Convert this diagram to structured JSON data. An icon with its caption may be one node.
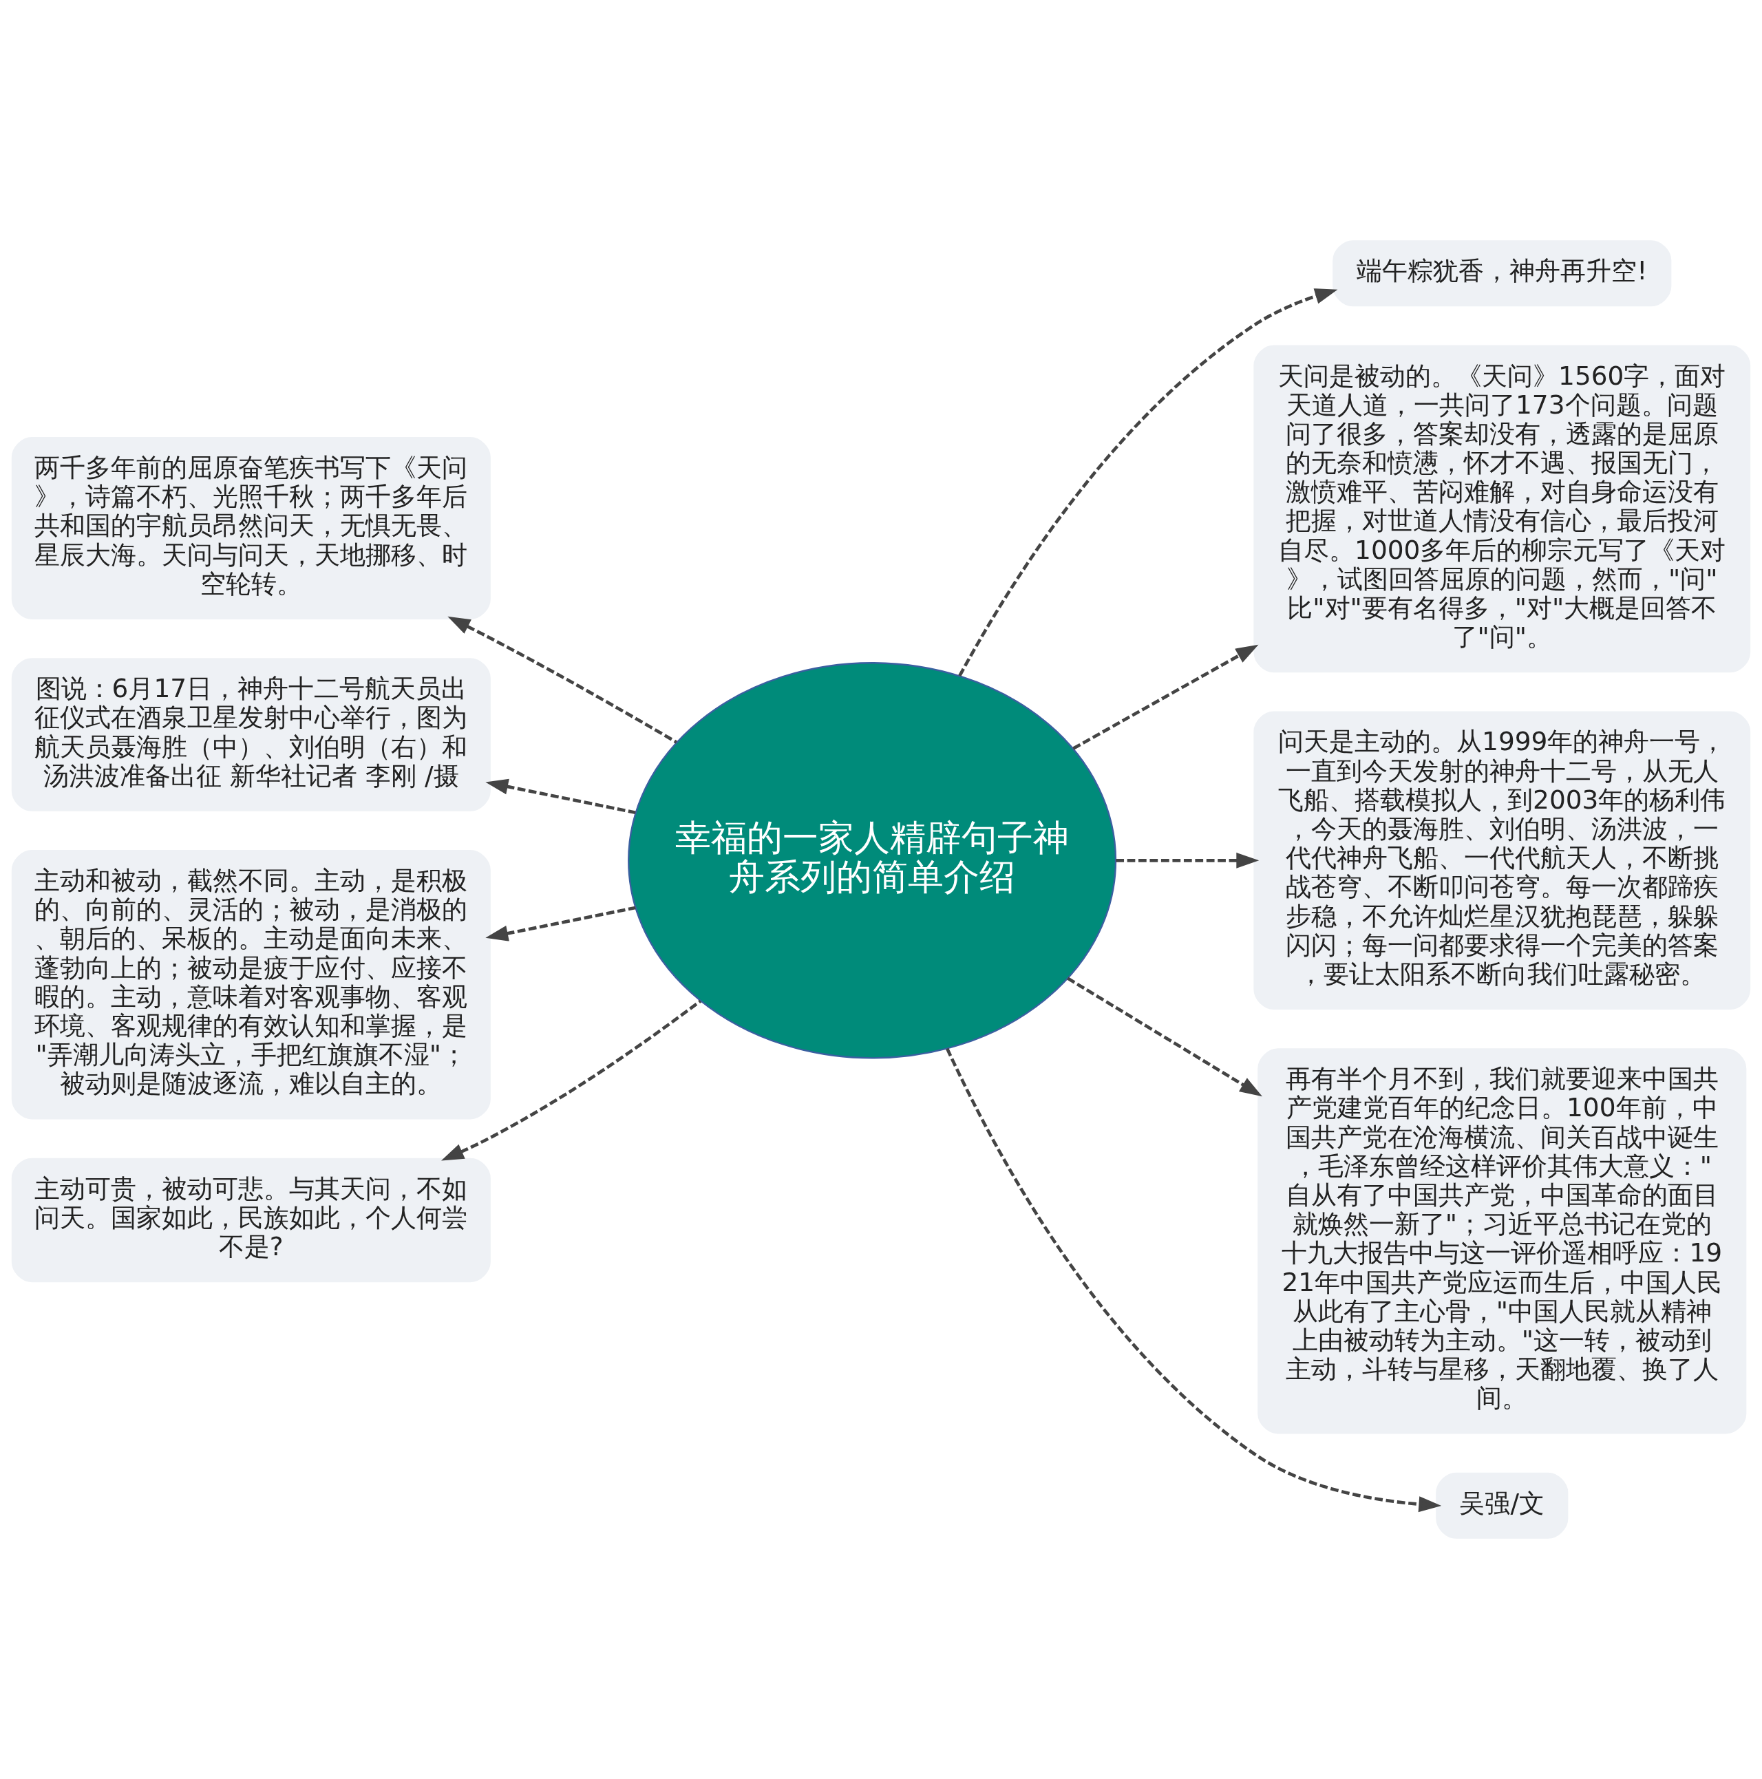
{
  "diagram": {
    "nodes": [
      {
        "text": [
          "幸福的一家人精辟句子神舟系列的简单介绍"
        ]
      },
      {
        "text": [
          "两千多年前的屈原奋笔疾书写下《天问》，诗篇不朽、光照千秋；两千多年后共和国的宇航员昂然问天，无惧无畏、星辰大海。天问与问天，天地挪移、时空轮转。"
        ]
      },
      {
        "text": [
          "图说：6月17日，神舟十二号航天员出征仪式在酒泉卫星发射中心举行，图为航天员聂海胜（中）、刘伯明（右）和汤洪波准备出征 新华社记者 李刚 /摄"
        ]
      },
      {
        "text": [
          "主动和被动，截然不同。主动，是积极的、向前的、灵活的；被动，是消极的、朝后的、呆板的。主动是面向未来、蓬勃向上的；被动是疲于应付、应接不暇的。主动，意味着对客观事物、客观环境、客观规律的有效认知和掌握，是\"弄潮儿向涛头立，手把红旗旗不湿\"；被动则是随波逐流，难以自主的。"
        ]
      },
      {
        "text": [
          "主动可贵，被动可悲。与其天问，不如问天。国家如此，民族如此，个人何尝不是?"
        ]
      },
      {
        "text": [
          "端午粽犹香，神舟再升空!"
        ]
      },
      {
        "text": [
          "天问是被动的。《天问》1560字，面对天道人道，一共问了173个问题。问题问了很多，答案却没有，透露的是屈原的无奈和愤懑，怀才不遇、报国无门，激愤难平、苦闷难解，对自身命运没有把握，对世道人情没有信心，最后投河自尽。1000多年后的柳宗元写了《天对》，试图回答屈原的问题，然而，\"问\"比\"对\"要有名得多，\"对\"大概是回答不了\"问\"。"
        ]
      },
      {
        "text": [
          "问天是主动的。从1999年的神舟一号，一直到今天发射的神舟十二号，从无人飞船、搭载模拟人，到2003年的杨利伟，今天的聂海胜、刘伯明、汤洪波，一代代神舟飞船、一代代航天人，不断挑战苍穹、不断叩问苍穹。每一次都蹄疾步稳，不允许灿烂星汉犹抱琵琶，躲躲闪闪；每一问都要求得一个完美的答案，要让太阳系不断向我们吐露秘密。"
        ]
      },
      {
        "text": [
          "再有半个月不到，我们就要迎来中国共产党建党百年的纪念日。100年前，中国共产党在沧海横流、间关百战中诞生，毛泽东曾经这样评价其伟大意义：\"自从有了中国共产党，中国革命的面目就焕然一新了\"；习近平总书记在党的十九大报告中与这一评价遥相呼应：1921年中国共产党应运而生后，中国人民从此有了主心骨，\"中国人民就从精神上由被动转为主动。\"这一转，被动到主动，斗转与星移，天翻地覆、换了人间。"
        ]
      },
      {
        "text": [
          "吴强/文"
        ]
      }
    ],
    "edges": [
      {
        "from": 0,
        "to": 1,
        "arrow": "to",
        "style": "dashed"
      },
      {
        "from": 0,
        "to": 2,
        "arrow": "to",
        "style": "dashed"
      },
      {
        "from": 0,
        "to": 3,
        "arrow": "to",
        "style": "dashed"
      },
      {
        "from": 0,
        "to": 4,
        "arrow": "to",
        "style": "dashed"
      },
      {
        "from": 0,
        "to": 5,
        "arrow": "to",
        "style": "dashed"
      },
      {
        "from": 0,
        "to": 6,
        "arrow": "to",
        "style": "dashed"
      },
      {
        "from": 0,
        "to": 7,
        "arrow": "to",
        "style": "dashed"
      },
      {
        "from": 0,
        "to": 8,
        "arrow": "to",
        "style": "dashed"
      },
      {
        "from": 0,
        "to": 9,
        "arrow": "to",
        "style": "dashed"
      }
    ]
  }
}
